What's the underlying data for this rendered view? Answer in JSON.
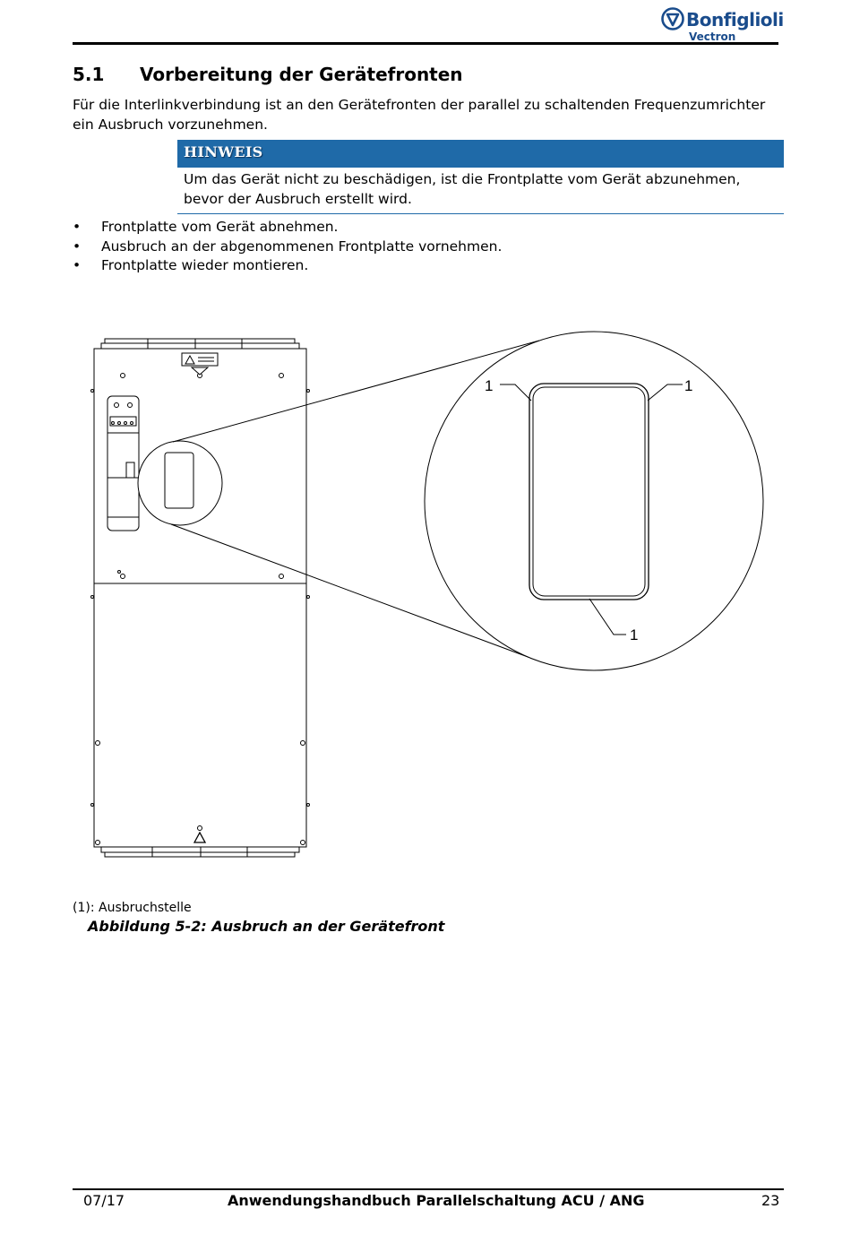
{
  "header": {
    "brand": "Bonfiglioli",
    "sub_brand": "Vectron",
    "brand_color": "#1a4c8c"
  },
  "section": {
    "number": "5.1",
    "title": "Vorbereitung der Gerätefronten"
  },
  "intro": "Für die Interlinkverbindung ist an den Gerätefronten der parallel zu schaltenden Frequenzumrichter ein Ausbruch vorzunehmen.",
  "note": {
    "label": "HINWEIS",
    "text": "Um das Gerät nicht zu beschädigen, ist die Frontplatte vom Gerät abzunehmen, bevor der Ausbruch erstellt wird.",
    "color": "#1f6aa8"
  },
  "steps": [
    "Frontplatte vom Gerät abnehmen.",
    "Ausbruch an der abgenommenen Frontplatte vornehmen.",
    "Frontplatte wieder montieren."
  ],
  "figure": {
    "callouts": [
      "1",
      "1",
      "1"
    ],
    "legend": "(1): Ausbruchstelle",
    "caption": "Abbildung 5-2: Ausbruch an der Gerätefront"
  },
  "footer": {
    "date": "07/17",
    "title": "Anwendungshandbuch Parallelschaltung ACU / ANG",
    "page": "23"
  }
}
